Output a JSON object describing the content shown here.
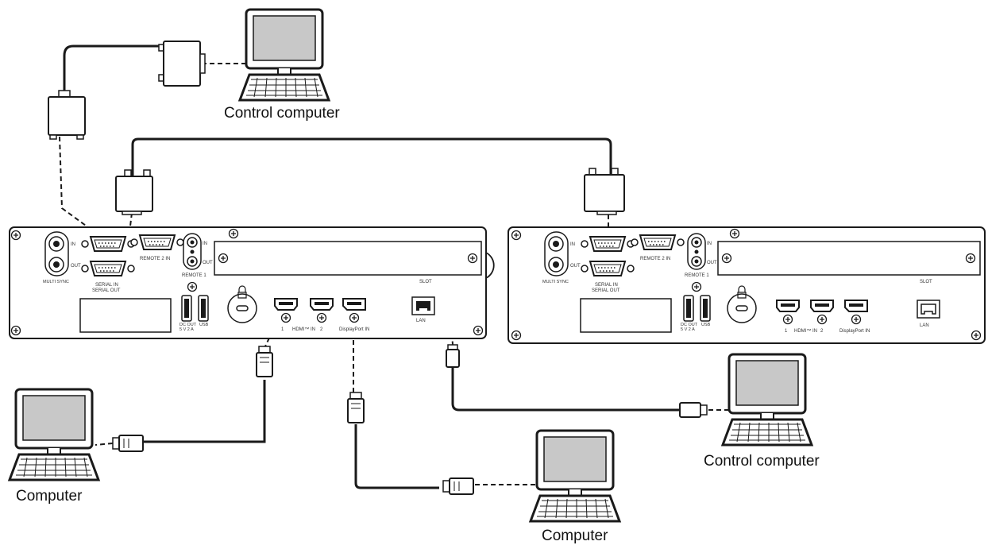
{
  "labels": {
    "top_computer": "Control computer",
    "right_computer": "Control computer",
    "left_computer": "Computer",
    "bottom_computer": "Computer"
  },
  "panel": {
    "in": "IN",
    "out": "OUT",
    "multi_sync": "MULTI SYNC",
    "serial_in": "SERIAL IN",
    "serial_out": "SERIAL OUT",
    "remote2_in": "REMOTE 2 IN",
    "remote1": "REMOTE 1",
    "slot": "SLOT",
    "dc_out_1": "DC OUT",
    "dc_out_2": "5 V   2 A",
    "usb": "USB",
    "hdmi_1": "1",
    "hdmi_in": "HDMI™ IN",
    "hdmi_2": "2",
    "displayport_in": "DisplayPort IN",
    "lan": "LAN"
  },
  "colors": {
    "line": "#1a1a1a",
    "panel_fill": "#ffffff",
    "screen_fill": "#c8c8c8",
    "connector_fill": "#ffffff"
  }
}
